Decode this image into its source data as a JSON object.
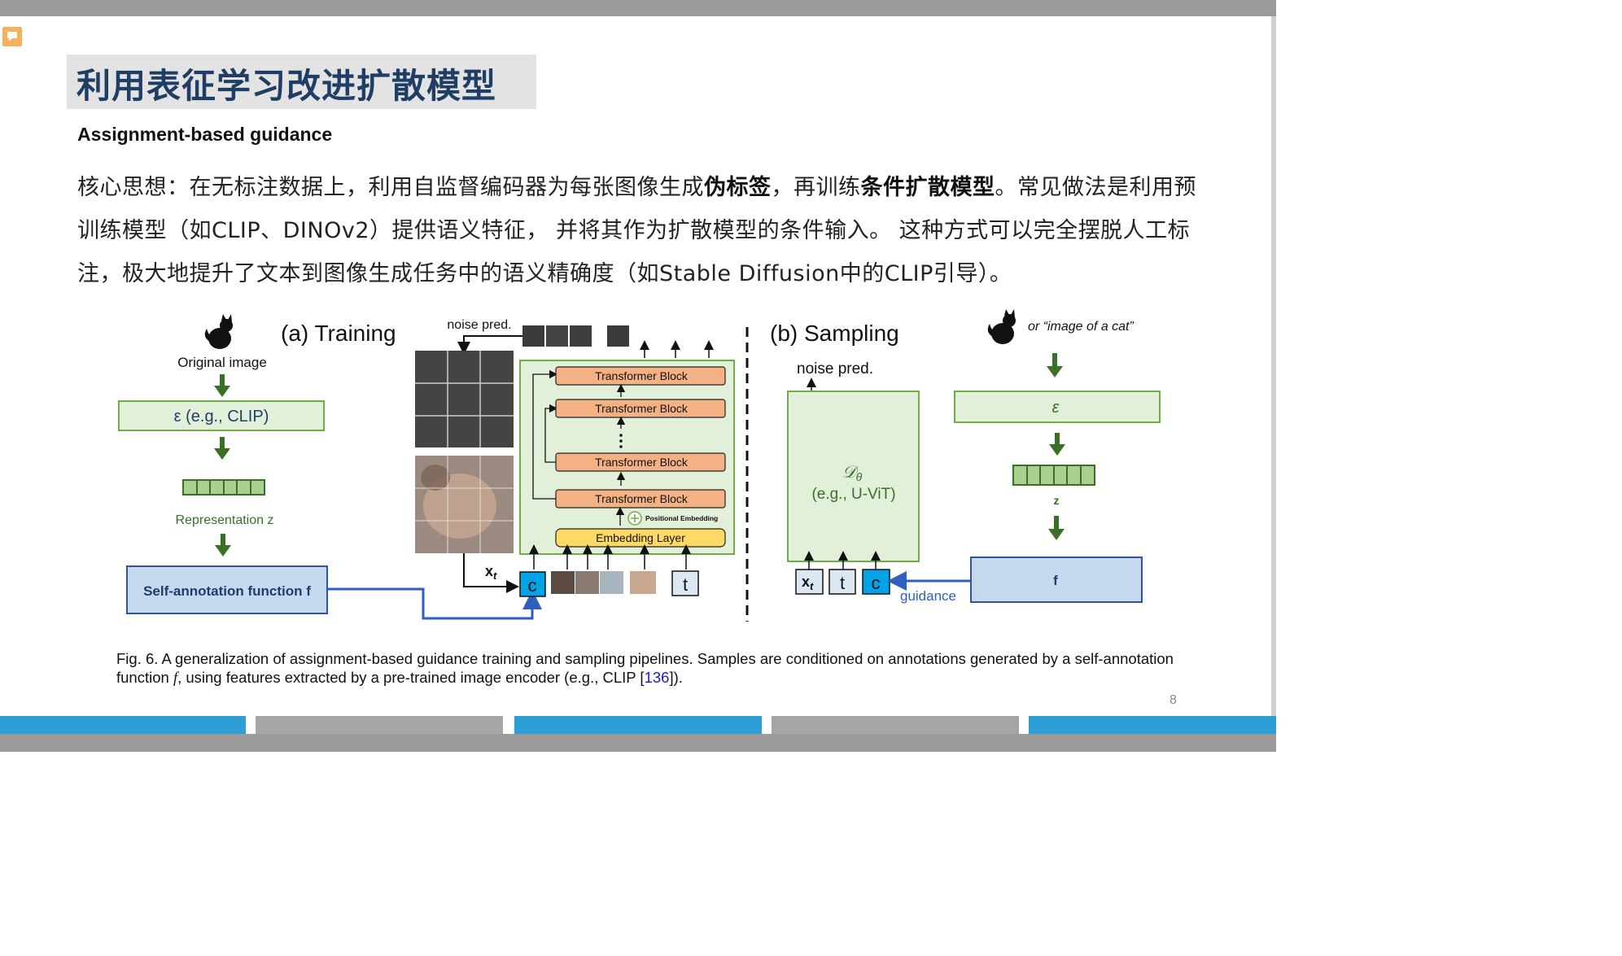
{
  "slide": {
    "title": "利用表征学习改进扩散模型",
    "subtitle": "Assignment-based guidance",
    "paragraph": {
      "p1": "核心思想：在无标注数据上，利用自监督编码器为每张图像生成",
      "b1": "伪标签",
      "p2": "，再训练",
      "b2": "条件扩散模型",
      "p3": "。常见做法是利用预训练模型（如CLIP、DINOv2）提供语义特征， 并将其作为扩散模型的条件输入。 这种方式可以完全摆脱人工标注，极大地提升了文本到图像生成任务中的语义精确度（如Stable Diffusion中的CLIP引导）。"
    },
    "page_number": "8"
  },
  "figure": {
    "training": {
      "label": "(a) Training",
      "original_image": "Original image",
      "encoder": "ε (e.g., CLIP)",
      "representation": "Representation z",
      "self_annotation": "Self-annotation function f",
      "noise_pred": "noise pred.",
      "xt": "x",
      "xt_sub": "t",
      "blocks": [
        "Transformer Block",
        "Transformer Block",
        "Transformer Block",
        "Transformer Block"
      ],
      "positional_embedding": "Positional Embedding",
      "embedding_layer": "Embedding Layer",
      "c_token": "c",
      "t_token": "t"
    },
    "sampling": {
      "label": "(b) Sampling",
      "prompt": "or “image of a cat”",
      "noise_pred": "noise pred.",
      "decoder_symbol": "𝒟",
      "decoder_sub": "θ",
      "decoder_example": "(e.g., U-ViT)",
      "encoder": "ε",
      "z": "z",
      "f": "f",
      "guidance": "guidance",
      "xt": "x",
      "xt_sub": "t",
      "t_token": "t",
      "c_token": "c"
    },
    "caption": {
      "part1": "Fig. 6. A generalization of assignment-based guidance training and sampling pipelines. Samples are conditioned on annotations generated by a self-annotation function ",
      "f_symbol": "f",
      "part2": ", using features extracted by a pre-trained image encoder (e.g., CLIP [",
      "ref": "136",
      "part3": "])."
    }
  },
  "colors": {
    "title_text": "#1f3e66",
    "green_box_fill": "#e2f0d9",
    "green_box_border": "#70ad47",
    "arrow_green": "#3a6f26",
    "blue_box_fill": "#c5d9f1",
    "blue_box_border": "#2f5597",
    "blue_line": "#2f5fbf",
    "orange_block": "#f4b183",
    "yellow_layer": "#ffd966",
    "token_blue": "#00a2e8",
    "token_light": "#dbe7f3",
    "bottom_blue": "#2e9fd4",
    "bottom_gray": "#a6a6a6",
    "caption_ref": "#1a1acc"
  },
  "icons": [
    "comment-icon",
    "cat-silhouette-icon"
  ]
}
